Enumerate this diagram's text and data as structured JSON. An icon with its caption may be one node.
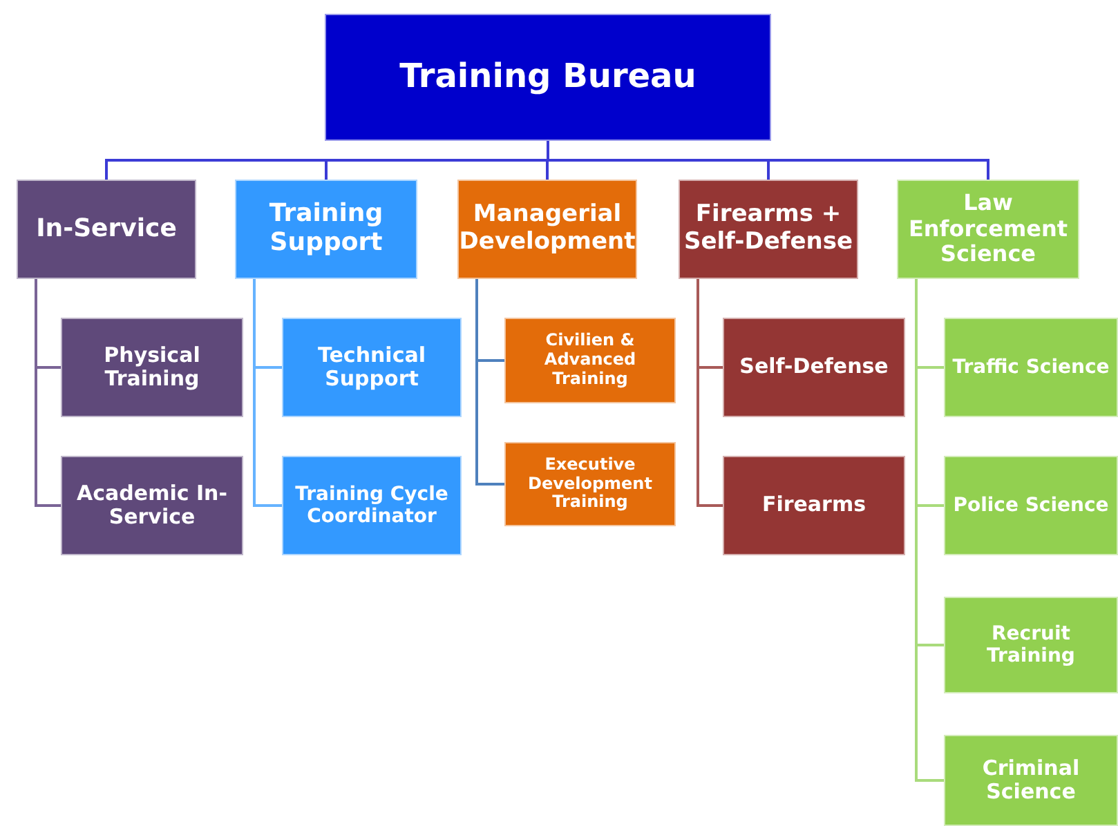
{
  "diagram": {
    "nodes": [
      {
        "text": [
          "Training Bureau"
        ]
      },
      {
        "text": [
          "In-Service"
        ]
      },
      {
        "text": [
          "Training Support"
        ]
      },
      {
        "text": [
          "Managerial Development"
        ]
      },
      {
        "text": [
          "Firearms + Self-Defense"
        ]
      },
      {
        "text": [
          "Law Enforcement Science"
        ]
      },
      {
        "text": [
          "Physical Training"
        ]
      },
      {
        "text": [
          "Academic In-Service"
        ]
      },
      {
        "text": [
          "Technical Support"
        ]
      },
      {
        "text": [
          "Training Cycle Coordinator"
        ]
      },
      {
        "text": [
          "Civilien & Advanced Training"
        ]
      },
      {
        "text": [
          "Executive Development Training"
        ]
      },
      {
        "text": [
          "Self-Defense"
        ]
      },
      {
        "text": [
          "Firearms"
        ]
      },
      {
        "text": [
          "Traffic Science"
        ]
      },
      {
        "text": [
          "Police Science"
        ]
      },
      {
        "text": [
          "Recruit Training"
        ]
      },
      {
        "text": [
          "Criminal Science"
        ]
      }
    ],
    "edges": [
      {
        "from": 0,
        "to": 1,
        "arrow": "none",
        "color": "#3b3bd6"
      },
      {
        "from": 0,
        "to": 2,
        "arrow": "none",
        "color": "#3b3bd6"
      },
      {
        "from": 0,
        "to": 3,
        "arrow": "none",
        "color": "#3b3bd6"
      },
      {
        "from": 0,
        "to": 4,
        "arrow": "none",
        "color": "#3b3bd6"
      },
      {
        "from": 0,
        "to": 5,
        "arrow": "none",
        "color": "#3b3bd6"
      },
      {
        "from": 1,
        "to": 6,
        "arrow": "none",
        "color": "#7a6496"
      },
      {
        "from": 1,
        "to": 7,
        "arrow": "none",
        "color": "#7a6496"
      },
      {
        "from": 2,
        "to": 8,
        "arrow": "none",
        "color": "#66b3ff"
      },
      {
        "from": 2,
        "to": 9,
        "arrow": "none",
        "color": "#66b3ff"
      },
      {
        "from": 3,
        "to": 10,
        "arrow": "none",
        "color": "#4f81bd"
      },
      {
        "from": 3,
        "to": 11,
        "arrow": "none",
        "color": "#4f81bd"
      },
      {
        "from": 4,
        "to": 12,
        "arrow": "none",
        "color": "#a85a58"
      },
      {
        "from": 4,
        "to": 13,
        "arrow": "none",
        "color": "#a85a58"
      },
      {
        "from": 5,
        "to": 14,
        "arrow": "none",
        "color": "#a9db7c"
      },
      {
        "from": 5,
        "to": 15,
        "arrow": "none",
        "color": "#a9db7c"
      },
      {
        "from": 5,
        "to": 16,
        "arrow": "none",
        "color": "#a9db7c"
      },
      {
        "from": 5,
        "to": 17,
        "arrow": "none",
        "color": "#a9db7c"
      }
    ]
  }
}
